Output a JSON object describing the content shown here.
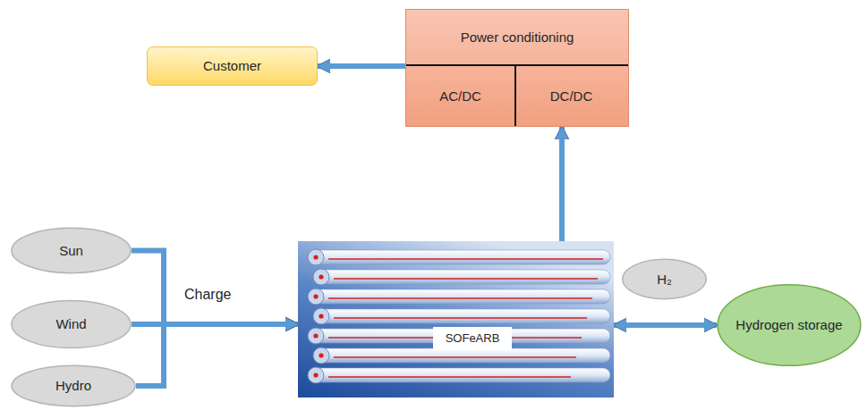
{
  "diagram": {
    "nodes": [
      {
        "text": [
          "Power conditioning"
        ]
      },
      {
        "text": [
          "AC/DC"
        ],
        "in": 0
      },
      {
        "text": [
          "DC/DC"
        ],
        "in": 0
      },
      {
        "text": [
          "Customer"
        ]
      },
      {
        "text": [
          "Sun"
        ]
      },
      {
        "text": [
          "Wind"
        ]
      },
      {
        "text": [
          "Hydro"
        ]
      },
      {
        "text": [
          "SOFeARB"
        ]
      },
      {
        "text": [
          "H₂"
        ]
      },
      {
        "text": [
          "Hydrogen storage"
        ]
      }
    ],
    "edges": [
      {
        "from": 0,
        "to": 3,
        "arrow": "to"
      },
      {
        "from": 7,
        "to": 0,
        "arrow": "to"
      },
      {
        "from": 4,
        "to": 7,
        "arrow": "to"
      },
      {
        "from": 5,
        "to": 7,
        "arrow": "to",
        "label": "Charge"
      },
      {
        "from": 6,
        "to": 7,
        "arrow": "to"
      },
      {
        "from": 7,
        "to": 9,
        "arrow": "both"
      }
    ]
  }
}
